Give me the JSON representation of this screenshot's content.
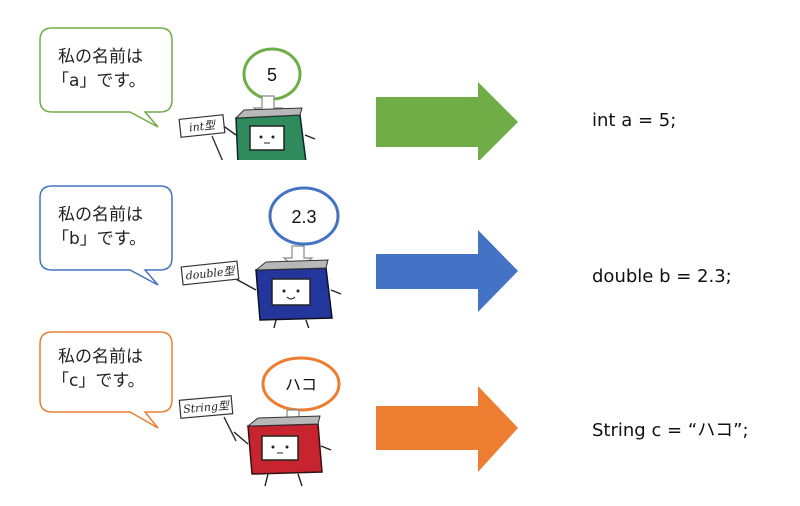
{
  "rows": [
    {
      "bubble_line1": "私の名前は",
      "bubble_line2": "「a」です。",
      "value": "5",
      "type_tag": "int型",
      "code": "int a = 5;",
      "color": "#70ad47",
      "box_color": "#2f8a5c"
    },
    {
      "bubble_line1": "私の名前は",
      "bubble_line2": "「b」です。",
      "value": "2.3",
      "type_tag": "double型",
      "code": "double b = 2.3;",
      "color": "#4472c4",
      "box_color": "#23369b"
    },
    {
      "bubble_line1": "私の名前は",
      "bubble_line2": "「c」です。",
      "value": "ハコ",
      "type_tag": "String型",
      "code": "String c = “ハコ”;",
      "color": "#ed7d31",
      "box_color": "#c8242f"
    }
  ]
}
